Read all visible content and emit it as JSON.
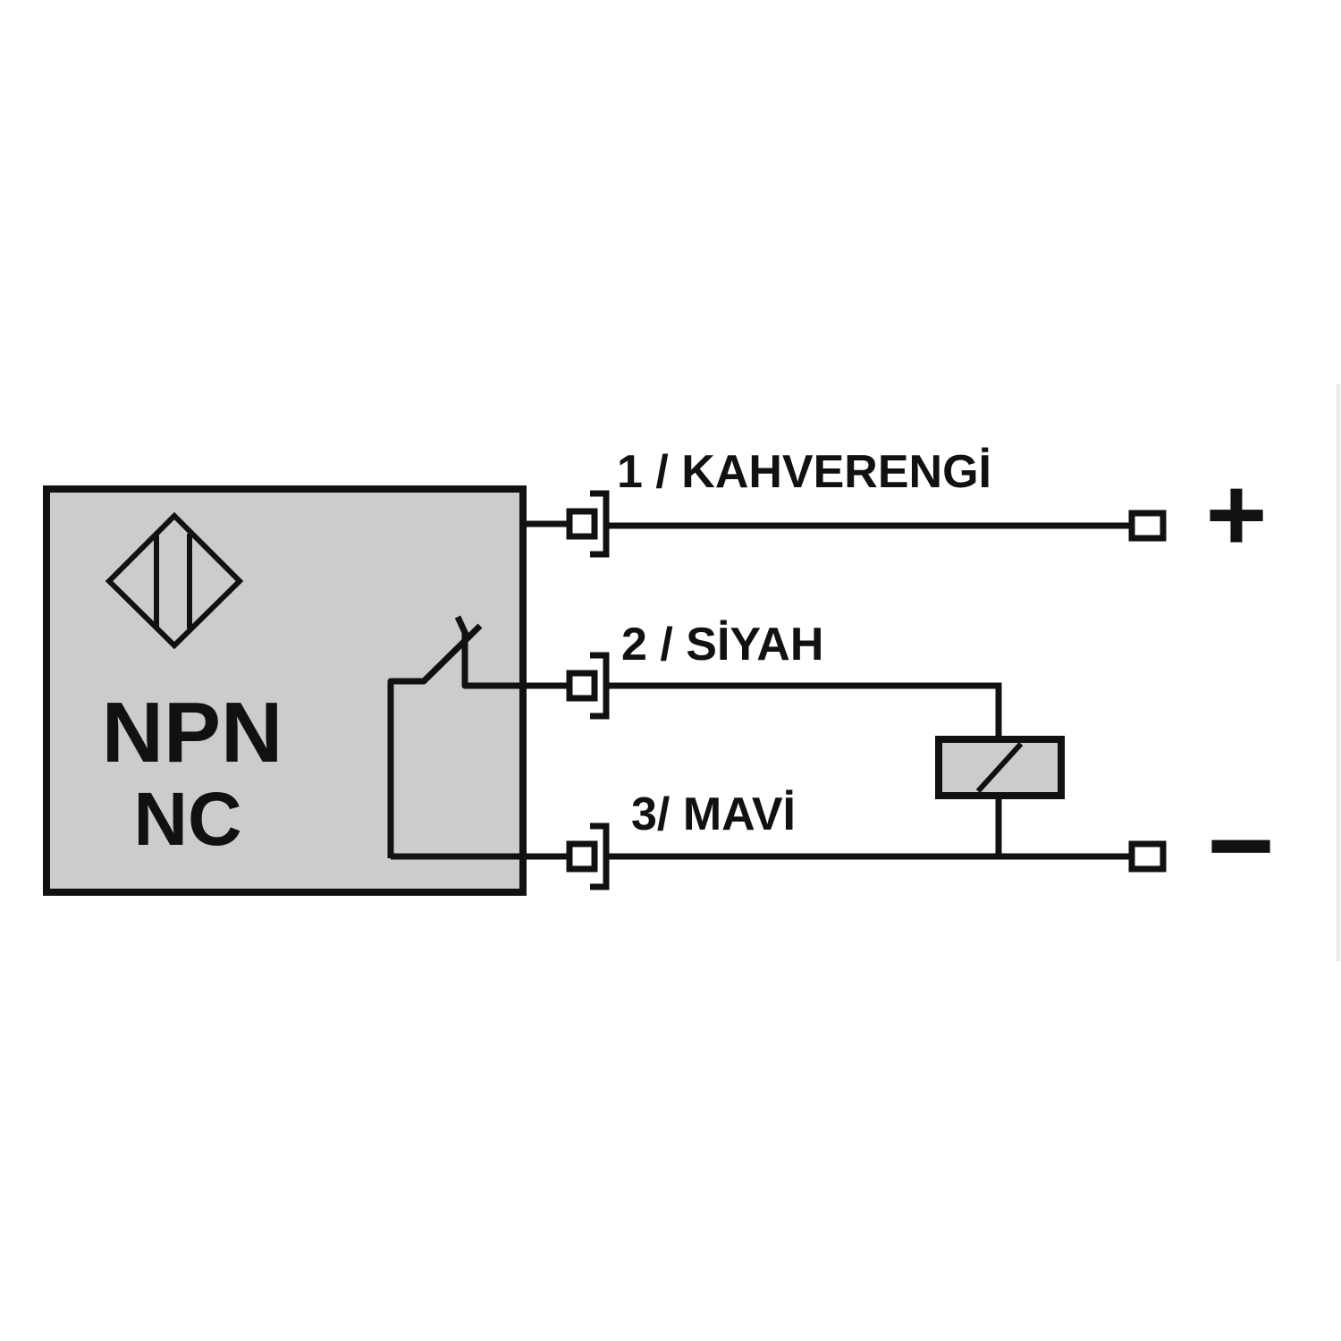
{
  "sensor": {
    "type_label": "NPN",
    "contact_label": "NC"
  },
  "wires": [
    {
      "label": "1 / KAHVERENGİ",
      "terminal_sign": "+"
    },
    {
      "label": "2 / SİYAH"
    },
    {
      "label": "3/ MAVİ",
      "terminal_sign": "−"
    }
  ],
  "colors": {
    "sensor_body": "#cccccc",
    "line": "#111111",
    "background": "#ffffff"
  },
  "icons": [
    "inductive-sensor-icon",
    "nc-switch-icon",
    "relay-coil-icon",
    "plus-icon",
    "minus-icon"
  ]
}
